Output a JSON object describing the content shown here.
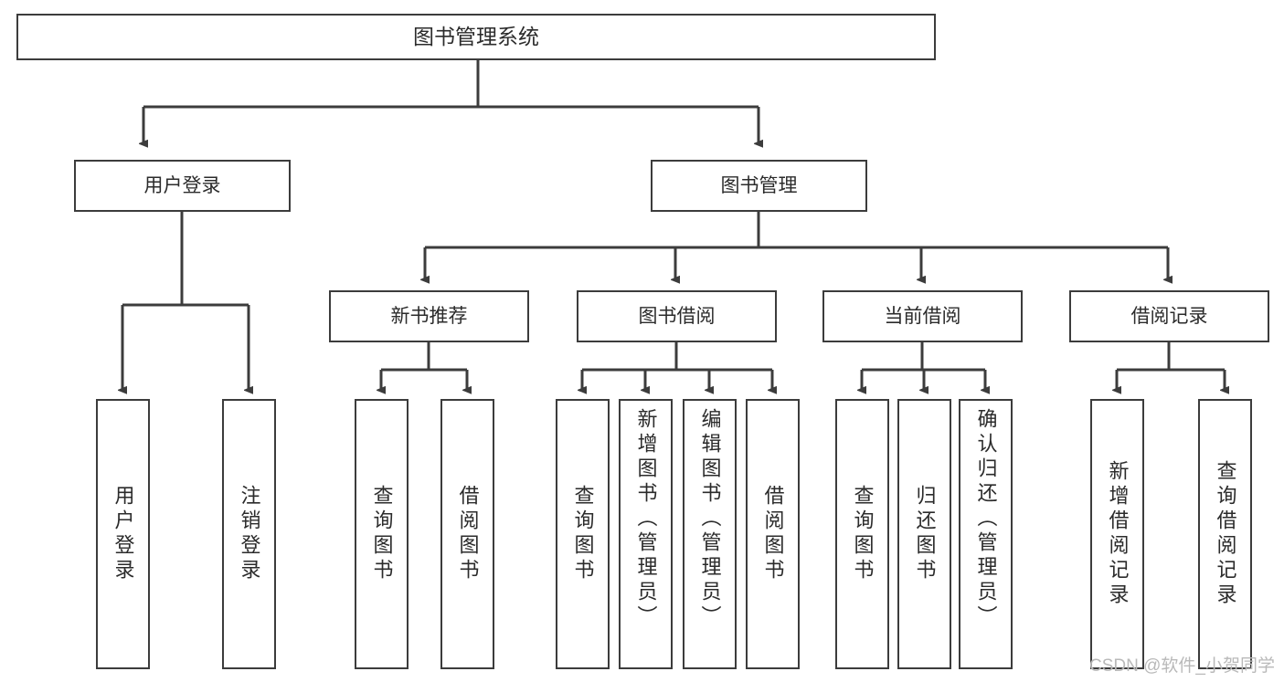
{
  "diagram": {
    "title": "图书管理系统",
    "type": "hierarchy-tree",
    "colors": {
      "box_border": "#3c3c3c",
      "box_fill": "#ffffff",
      "connector": "#3c3c3c",
      "text": "#2b2b2b",
      "background": "#ffffff",
      "watermark": "#b9b9b9"
    },
    "root": {
      "label": "图书管理系统"
    },
    "level1": [
      {
        "label": "用户登录"
      },
      {
        "label": "图书管理"
      }
    ],
    "level2": [
      {
        "label": "新书推荐"
      },
      {
        "label": "图书借阅"
      },
      {
        "label": "当前借阅"
      },
      {
        "label": "借阅记录"
      }
    ],
    "leaves": {
      "user_login": [
        {
          "label": "用户登录"
        },
        {
          "label": "注销登录"
        }
      ],
      "new_book_recommend": [
        {
          "label": "查询图书"
        },
        {
          "label": "借阅图书"
        }
      ],
      "book_borrow": [
        {
          "label": "查询图书"
        },
        {
          "label": "新增图书（管理员）"
        },
        {
          "label": "编辑图书（管理员）"
        },
        {
          "label": "借阅图书"
        }
      ],
      "current_borrow": [
        {
          "label": "查询图书"
        },
        {
          "label": "归还图书"
        },
        {
          "label": "确认归还（管理员）"
        }
      ],
      "borrow_record": [
        {
          "label": "新增借阅记录"
        },
        {
          "label": "查询借阅记录"
        }
      ]
    }
  },
  "watermark": {
    "text": "CSDN @软件_小贺同学"
  }
}
